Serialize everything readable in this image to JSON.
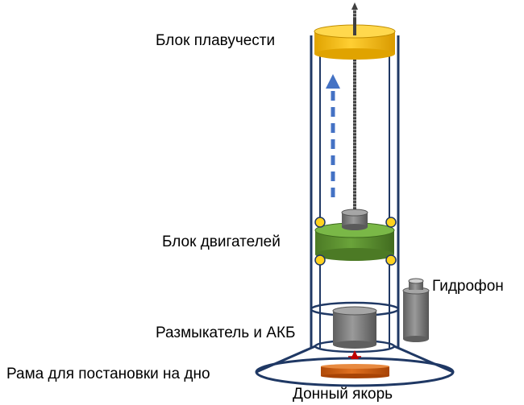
{
  "labels": {
    "buoyancy_block": "Блок плавучести",
    "motor_block": "Блок двигателей",
    "hydrophone": "Гидрофон",
    "release_battery": "Размыкатель и АКБ",
    "bottom_frame": "Рама для постановки на дно",
    "bottom_anchor": "Донный якорь"
  },
  "colors": {
    "frame": "#1f3864",
    "buoyancy_block": "#f5b800",
    "motor_block": "#5b8f2e",
    "gray_unit": "#7f7f7f",
    "rod": "#404040",
    "arrow": "#4472c4",
    "anchor": "#c55a11",
    "marker": "#c00000",
    "bolt": "#ffd21f"
  }
}
